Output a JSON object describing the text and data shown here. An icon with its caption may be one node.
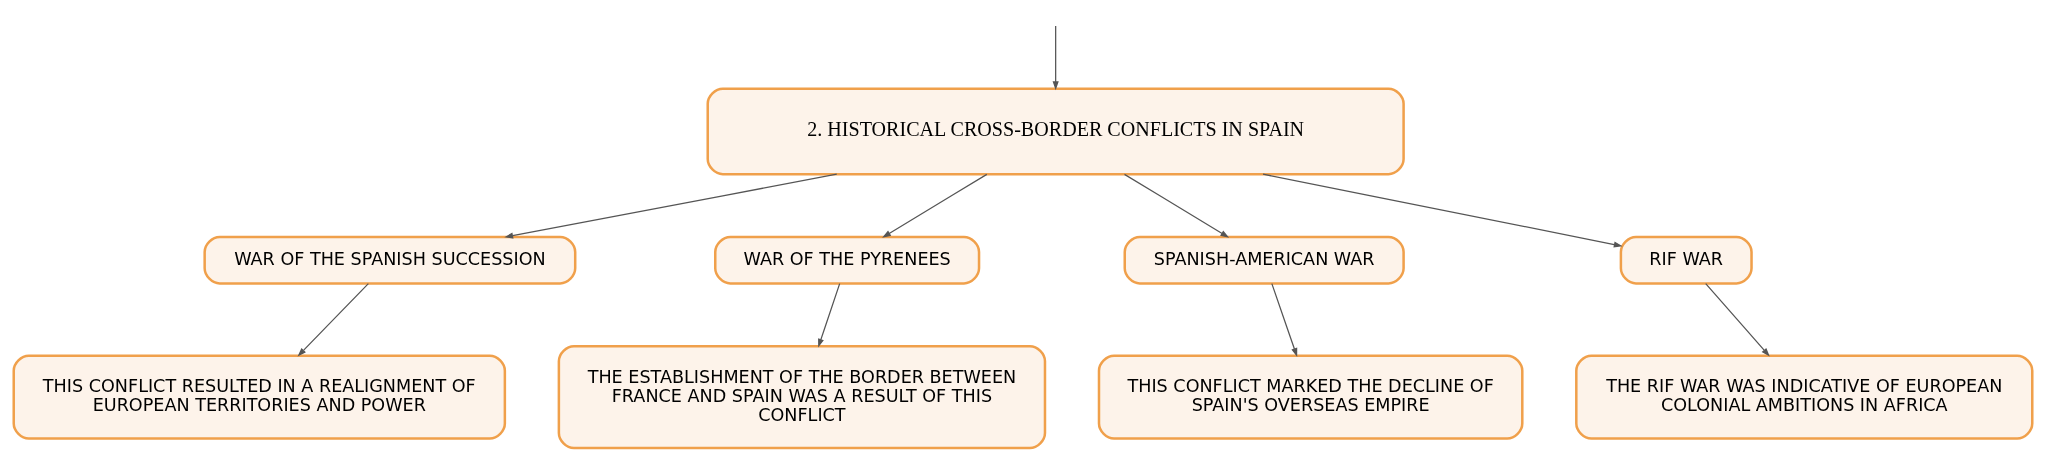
{
  "diagram": {
    "nodes": [
      {
        "text": [
          "2. HISTORICAL CROSS-BORDER CONFLICTS IN SPAIN"
        ]
      },
      {
        "text": [
          "WAR OF THE SPANISH SUCCESSION"
        ]
      },
      {
        "text": [
          "WAR OF THE PYRENEES"
        ]
      },
      {
        "text": [
          "SPANISH-AMERICAN WAR"
        ]
      },
      {
        "text": [
          "RIF WAR"
        ]
      },
      {
        "text": [
          "THIS CONFLICT RESULTED IN A REALIGNMENT OF EUROPEAN TERRITORIES AND POWER"
        ]
      },
      {
        "text": [
          "THE ESTABLISHMENT OF THE BORDER BETWEEN FRANCE AND SPAIN WAS A RESULT OF THIS CONFLICT"
        ]
      },
      {
        "text": [
          "THIS CONFLICT MARKED THE DECLINE OF SPAIN'S OVERSEAS EMPIRE"
        ]
      },
      {
        "text": [
          "THE RIF WAR WAS INDICATIVE OF EUROPEAN COLONIAL AMBITIONS IN AFRICA"
        ]
      }
    ],
    "edges": [
      {
        "from": null,
        "to": 0,
        "arrow": "to"
      },
      {
        "from": 0,
        "to": 1,
        "arrow": "to"
      },
      {
        "from": 0,
        "to": 2,
        "arrow": "to"
      },
      {
        "from": 0,
        "to": 3,
        "arrow": "to"
      },
      {
        "from": 0,
        "to": 4,
        "arrow": "to"
      },
      {
        "from": 1,
        "to": 5,
        "arrow": "to"
      },
      {
        "from": 2,
        "to": 6,
        "arrow": "to"
      },
      {
        "from": 3,
        "to": 7,
        "arrow": "to"
      },
      {
        "from": 4,
        "to": 8,
        "arrow": "to"
      }
    ]
  }
}
